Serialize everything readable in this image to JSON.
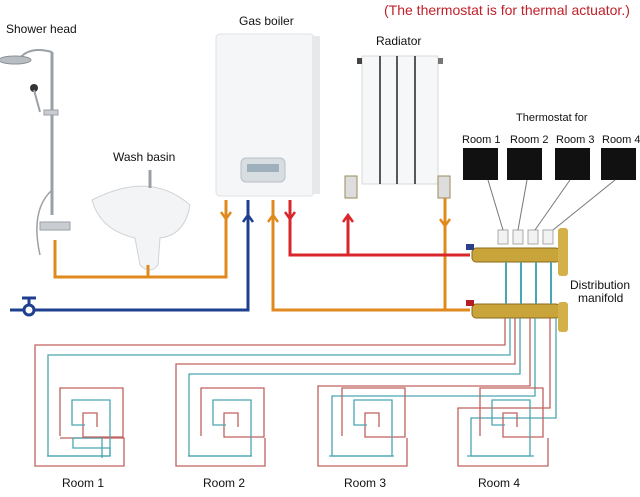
{
  "note": "(The thermostat is for thermal actuator.)",
  "labels": {
    "shower_head": "Shower head",
    "wash_basin": "Wash basin",
    "gas_boiler": "Gas boiler",
    "radiator": "Radiator",
    "thermostat_for": "Thermostat for",
    "distribution_manifold_line1": "Distribution",
    "distribution_manifold_line2": "manifold"
  },
  "thermostats": [
    {
      "label": "Room 1"
    },
    {
      "label": "Room 2"
    },
    {
      "label": "Room 3"
    },
    {
      "label": "Room 4"
    }
  ],
  "rooms": [
    {
      "label": "Room 1"
    },
    {
      "label": "Room 2"
    },
    {
      "label": "Room 3"
    },
    {
      "label": "Room 4"
    }
  ],
  "colors": {
    "hot_water": "#e08a1e",
    "cold_water": "#1f3f8f",
    "heating_supply": "#d9262b",
    "floor_supply": "#c0625e",
    "floor_return": "#4aa6b0",
    "note_text": "#c0202a"
  }
}
